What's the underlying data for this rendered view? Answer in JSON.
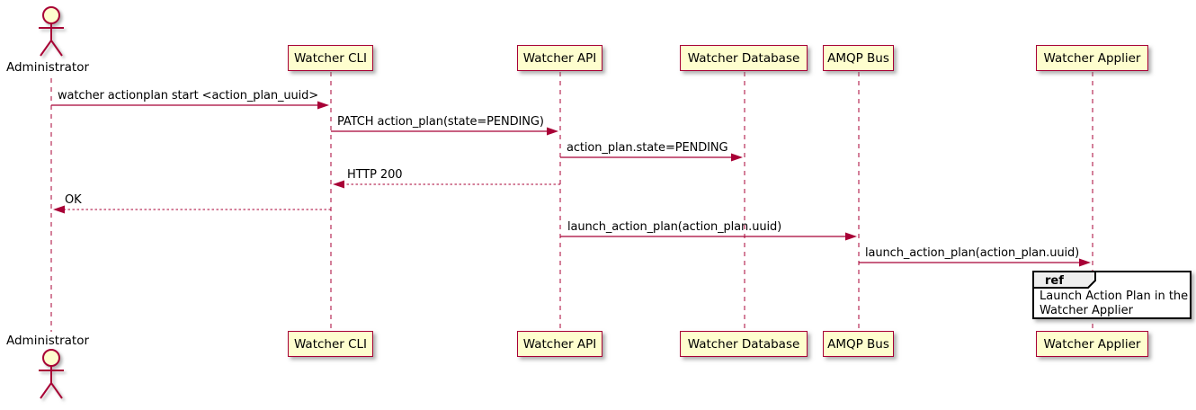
{
  "diagram": {
    "type": "sequence",
    "participants": [
      {
        "id": "administrator",
        "label": "Administrator",
        "kind": "actor"
      },
      {
        "id": "watcher-cli",
        "label": "Watcher CLI",
        "kind": "participant"
      },
      {
        "id": "watcher-api",
        "label": "Watcher API",
        "kind": "participant"
      },
      {
        "id": "watcher-database",
        "label": "Watcher Database",
        "kind": "participant"
      },
      {
        "id": "amqp-bus",
        "label": "AMQP Bus",
        "kind": "participant"
      },
      {
        "id": "watcher-applier",
        "label": "Watcher Applier",
        "kind": "participant"
      }
    ],
    "messages": [
      {
        "from": "administrator",
        "to": "watcher-cli",
        "label": "watcher actionplan start <action_plan_uuid>",
        "style": "solid"
      },
      {
        "from": "watcher-cli",
        "to": "watcher-api",
        "label": "PATCH action_plan(state=PENDING)",
        "style": "solid"
      },
      {
        "from": "watcher-api",
        "to": "watcher-database",
        "label": "action_plan.state=PENDING",
        "style": "solid"
      },
      {
        "from": "watcher-api",
        "to": "watcher-cli",
        "label": "HTTP 200",
        "style": "dashed"
      },
      {
        "from": "watcher-cli",
        "to": "administrator",
        "label": "OK",
        "style": "dashed"
      },
      {
        "from": "watcher-api",
        "to": "amqp-bus",
        "label": "launch_action_plan(action_plan.uuid)",
        "style": "solid"
      },
      {
        "from": "amqp-bus",
        "to": "watcher-applier",
        "label": "launch_action_plan(action_plan.uuid)",
        "style": "solid"
      }
    ],
    "ref_fragment": {
      "keyword": "ref",
      "over": "watcher-applier",
      "lines": [
        "Launch Action Plan in the",
        "Watcher Applier"
      ]
    },
    "colors": {
      "participant_fill": "#FEFECE",
      "participant_border": "#A80036",
      "lifeline": "#A80036",
      "arrow": "#A80036",
      "text": "#000000",
      "ref_border": "#000000",
      "ref_tab_fill": "#EEEEEE"
    }
  }
}
